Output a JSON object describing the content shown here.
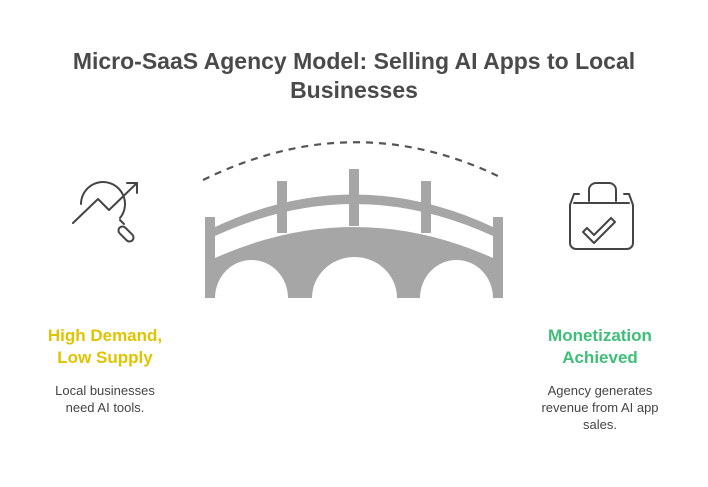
{
  "title": "Micro-SaaS Agency Model: Selling AI Apps to Local Businesses",
  "left": {
    "icon": "chart-magnifier-icon",
    "heading_line1": "High Demand,",
    "heading_line2": "Low Supply",
    "description_line1": "Local businesses",
    "description_line2": "need AI tools.",
    "color": "#e0c400"
  },
  "right": {
    "icon": "shopping-bag-check-icon",
    "heading_line1": "Monetization",
    "heading_line2": "Achieved",
    "description_line1": "Agency generates",
    "description_line2": "revenue from AI app",
    "description_line3": "sales.",
    "color": "#3dbf78"
  },
  "bridge": {
    "icon": "bridge-icon",
    "color": "#a6a6a6"
  }
}
